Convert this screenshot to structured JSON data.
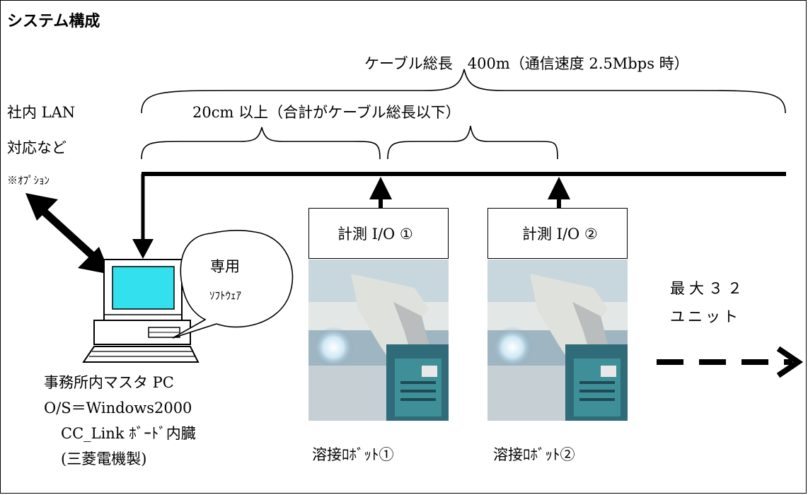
{
  "title": "システム構成",
  "cable_total": "ケーブル総長　400m（通信速度 2.5Mbps 時）",
  "segment_length": "20cm 以上（合計がケーブル総長以下）",
  "lan_note": {
    "line1": "社内 LAN",
    "line2": "対応など",
    "line3": "※ｵﾌﾟｼｮﾝ"
  },
  "pc": {
    "bubble_line1": "専用",
    "bubble_line2": "ｿﾌﾄｳｪｱ",
    "label_line1": "事務所内マスタ PC",
    "label_line2": "O/S＝Windows2000",
    "label_line3": "CC_Link ﾎﾞｰﾄﾞ内臓",
    "label_line4": "(三菱電機製)"
  },
  "units": [
    {
      "io_label": "計測 I/O ①",
      "robot_label": "溶接ﾛﾎﾞｯﾄ①"
    },
    {
      "io_label": "計測 I/O ②",
      "robot_label": "溶接ﾛﾎﾞｯﾄ②"
    }
  ],
  "max_units": {
    "line1": "最大３２",
    "line2": "ユニット"
  },
  "colors": {
    "monitor_screen": "#33e0ee",
    "line": "#000000",
    "background": "#ffffff"
  }
}
